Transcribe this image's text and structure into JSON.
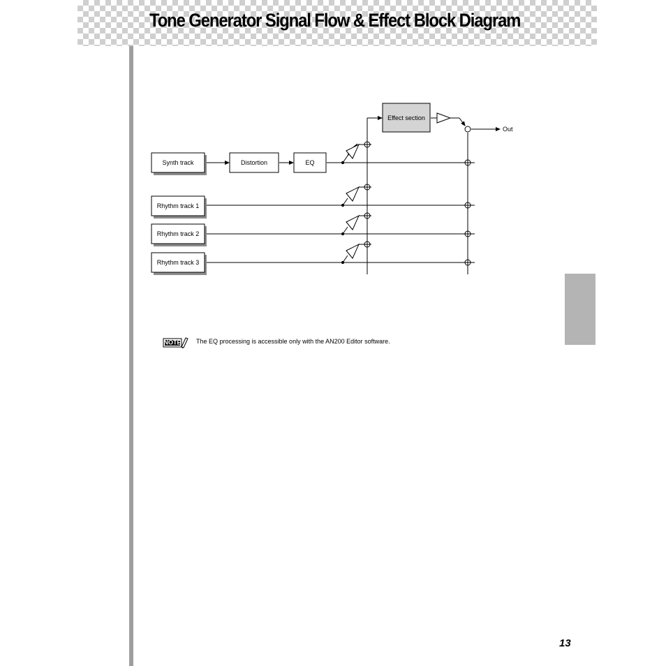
{
  "page": {
    "title": "Tone Generator Signal Flow & Effect Block Diagram",
    "page_number": "13"
  },
  "diagram": {
    "blocks": {
      "synth_track": "Synth track",
      "distortion": "Distortion",
      "eq": "EQ",
      "rhythm_track_1": "Rhythm track 1",
      "rhythm_track_2": "Rhythm track 2",
      "rhythm_track_3": "Rhythm track 3",
      "effect_section": "Effect section"
    },
    "output_label": "Out"
  },
  "note": {
    "icon_label": "NOTE",
    "text": "The EQ processing is accessible only with the AN200 Editor software."
  },
  "colors": {
    "header_check": "#cfcfcf",
    "sidebar_bar": "#9e9e9e",
    "thumb_tab": "#b4b4b4",
    "effect_fill": "#d4d4d4"
  }
}
